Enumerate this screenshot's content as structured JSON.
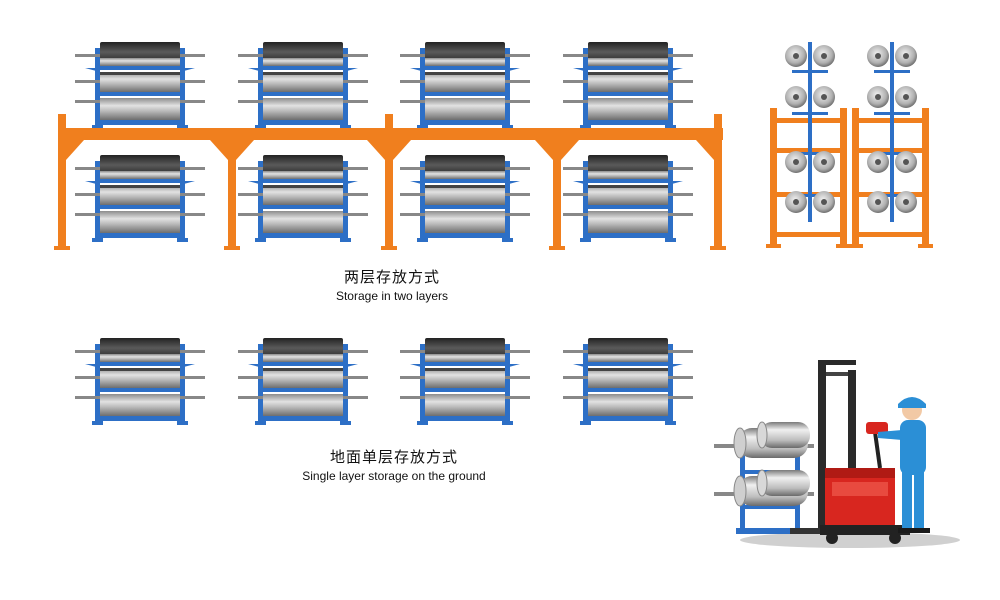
{
  "captions": {
    "two_layer_cn": "两层存放方式",
    "two_layer_en": "Storage in two layers",
    "single_layer_cn": "地面单层存放方式",
    "single_layer_en": "Single layer storage on the ground"
  },
  "colors": {
    "rack_blue": "#2d6fc6",
    "frame_orange": "#f07f1e",
    "roller_gray": "#a6a6a6",
    "roller_dark": "#3c3c3c",
    "forklift_red": "#d8261f",
    "worker_blue": "#2b8fd6"
  },
  "icons": {
    "roll_rack": "roll-rack-icon",
    "vertical_frame": "vertical-roll-frame-icon",
    "forklift": "electric-stacker-forklift-icon"
  }
}
